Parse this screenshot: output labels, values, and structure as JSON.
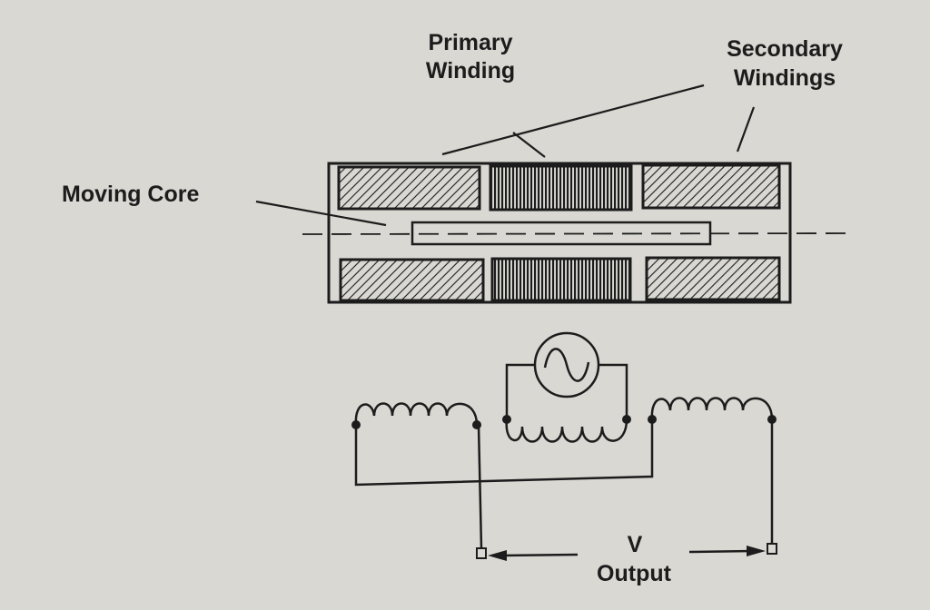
{
  "labels": {
    "primary_line1": "Primary",
    "primary_line2": "Winding",
    "secondary_line1": "Secondary",
    "secondary_line2": "Windings",
    "moving_core": "Moving Core",
    "voltage": "V",
    "output": "Output"
  },
  "colors": {
    "background": "#d9d8d3",
    "ink": "#1c1c1c"
  }
}
